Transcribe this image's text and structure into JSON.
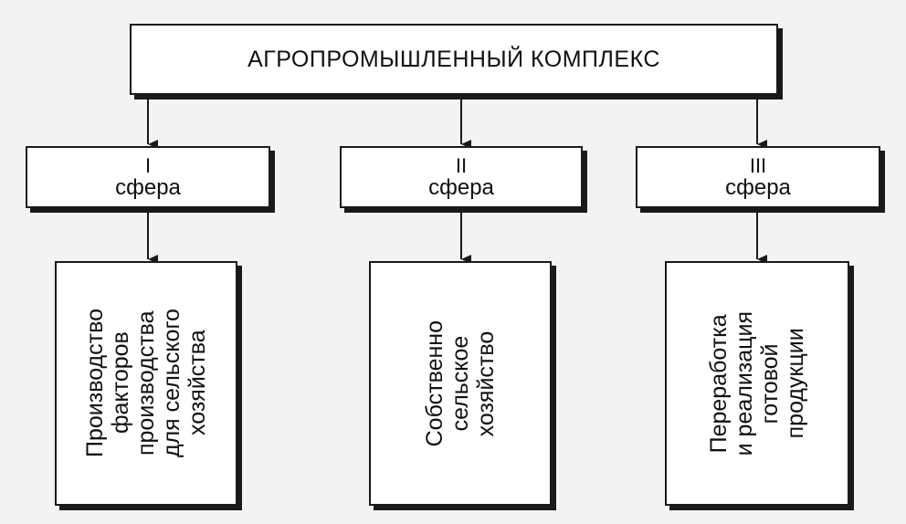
{
  "root": {
    "title": "АГРОПРОМЫШЛЕННЫЙ КОМПЛЕКС"
  },
  "spheres": [
    {
      "number": "I",
      "label": "сфера"
    },
    {
      "number": "II",
      "label": "сфера"
    },
    {
      "number": "III",
      "label": "сфера"
    }
  ],
  "leaves": [
    {
      "lines": [
        "Производство",
        "факторов",
        "производства",
        "для сельского",
        "хозяйства"
      ]
    },
    {
      "lines": [
        "Собственно",
        "сельское",
        "хозяйство"
      ]
    },
    {
      "lines": [
        "Переработка",
        "и реализация",
        "готовой",
        "продукции"
      ]
    }
  ],
  "colors": {
    "line": "#1a1a1a",
    "box_fill": "#ffffff",
    "background": "#f3f3f3"
  }
}
